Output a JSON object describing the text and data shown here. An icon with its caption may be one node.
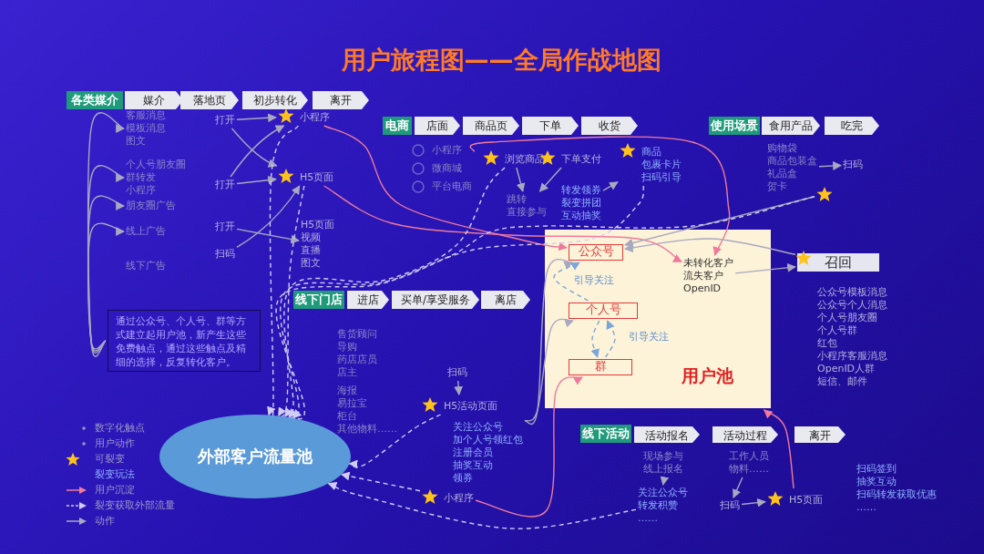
{
  "diagram": {
    "title": "用户旅程图——全局作战地图",
    "nodes": [
      {
        "text": [
          "各类媒介"
        ]
      },
      {
        "text": [
          "媒介"
        ]
      },
      {
        "text": [
          "落地页"
        ]
      },
      {
        "text": [
          "初步转化"
        ]
      },
      {
        "text": [
          "离开"
        ]
      },
      {
        "text": [
          "客服消息",
          "模板消息",
          "图文"
        ]
      },
      {
        "text": [
          "个人号朋友圈",
          "群转发",
          "小程序"
        ]
      },
      {
        "text": [
          "朋友圈广告"
        ]
      },
      {
        "text": [
          "线上广告"
        ]
      },
      {
        "text": [
          "线下广告"
        ]
      },
      {
        "text": [
          "通过公众号、个人号、群等方式建立起用户池，新产生这些免费触点，通过这些触点及精细的选择，反复转化客户。"
        ]
      },
      {
        "text": [
          "打开"
        ]
      },
      {
        "text": [
          "打开"
        ]
      },
      {
        "text": [
          "打开"
        ]
      },
      {
        "text": [
          "扫码"
        ]
      },
      {
        "text": [
          "小程序"
        ]
      },
      {
        "text": [
          "H5页面"
        ]
      },
      {
        "text": [
          "H5页面",
          "视频",
          "直播",
          "图文"
        ]
      },
      {
        "text": [
          "电商"
        ]
      },
      {
        "text": [
          "店面"
        ]
      },
      {
        "text": [
          "商品页"
        ]
      },
      {
        "text": [
          "下单"
        ]
      },
      {
        "text": [
          "收货"
        ]
      },
      {
        "text": [
          "小程序",
          "微商城",
          "平台电商"
        ]
      },
      {
        "text": [
          "浏览商品"
        ]
      },
      {
        "text": [
          "跳转",
          "直接参与"
        ]
      },
      {
        "text": [
          "下单支付"
        ]
      },
      {
        "text": [
          "转发领券",
          "裂变拼团",
          "互动抽奖"
        ]
      },
      {
        "text": [
          "商品",
          "包裹卡片",
          "扫码引导"
        ]
      },
      {
        "text": [
          "使用场景"
        ]
      },
      {
        "text": [
          "食用产品"
        ]
      },
      {
        "text": [
          "吃完"
        ]
      },
      {
        "text": [
          "购物袋",
          "商品包装盒",
          "礼品盒",
          "贺卡"
        ]
      },
      {
        "text": [
          "扫码"
        ]
      },
      {
        "text": [],
        "shape": "star"
      },
      {
        "text": [
          "线下门店"
        ]
      },
      {
        "text": [
          "进店"
        ]
      },
      {
        "text": [
          "买单/享受服务"
        ]
      },
      {
        "text": [
          "离店"
        ]
      },
      {
        "text": [
          "售货顾问",
          "导购",
          "药店店员",
          "店主"
        ]
      },
      {
        "text": [
          "海报",
          "易拉宝",
          "柜台",
          "其他物料……"
        ]
      },
      {
        "text": [
          "扫码"
        ]
      },
      {
        "text": [
          "H5活动页面"
        ]
      },
      {
        "text": [
          "关注公众号",
          "加个人号领红包",
          "注册会员",
          "抽奖互动",
          "领券"
        ]
      },
      {
        "text": [
          "小程序"
        ]
      },
      {
        "text": [
          "用户池"
        ]
      },
      {
        "text": [
          "公众号"
        ],
        "in": 45
      },
      {
        "text": [
          "个人号"
        ],
        "in": 45
      },
      {
        "text": [
          "群"
        ],
        "in": 45
      },
      {
        "text": [
          "未转化客户",
          "流失客户",
          "OpenID"
        ],
        "in": 45
      },
      {
        "text": [
          "召回"
        ]
      },
      {
        "text": [
          "公众号模板消息",
          "公众号个人消息",
          "个人号朋友圈",
          "个人号群",
          "红包",
          "小程序客服消息",
          "OpenID人群",
          "短信、邮件"
        ]
      },
      {
        "text": [
          "线下活动"
        ]
      },
      {
        "text": [
          "活动报名"
        ]
      },
      {
        "text": [
          "活动过程"
        ]
      },
      {
        "text": [
          "离开"
        ]
      },
      {
        "text": [
          "现场参与",
          "线上报名"
        ]
      },
      {
        "text": [
          "工作人员",
          "物料……"
        ]
      },
      {
        "text": [
          "关注公众号",
          "转发积赞",
          "……"
        ]
      },
      {
        "text": [
          "扫码"
        ]
      },
      {
        "text": [
          "H5页面"
        ]
      },
      {
        "text": [
          "扫码签到",
          "抽奖互动",
          "扫码转发获取优惠",
          "……"
        ]
      },
      {
        "text": [
          "外部客户流量池"
        ]
      }
    ],
    "edges": [
      {
        "from": 10,
        "to": 5,
        "arrow": "to"
      },
      {
        "from": 10,
        "to": 6,
        "arrow": "to"
      },
      {
        "from": 10,
        "to": 7,
        "arrow": "to"
      },
      {
        "from": 10,
        "to": 8,
        "arrow": "to"
      },
      {
        "from": 11,
        "to": 15,
        "arrow": "to"
      },
      {
        "from": 11,
        "to": 16,
        "arrow": "to"
      },
      {
        "from": 12,
        "to": 15,
        "arrow": "to"
      },
      {
        "from": 12,
        "to": 16,
        "arrow": "to"
      },
      {
        "from": 13,
        "to": 17,
        "arrow": "to"
      },
      {
        "from": 14,
        "to": 16,
        "arrow": "to"
      },
      {
        "from": 15,
        "to": 62,
        "arrow": "to",
        "style": "dashed",
        "color": "#d0ccf4"
      },
      {
        "from": 16,
        "to": 62,
        "arrow": "to",
        "style": "dashed",
        "color": "#d0ccf4"
      },
      {
        "from": 16,
        "to": 49,
        "arrow": "to",
        "color": "#f07a9a"
      },
      {
        "from": 15,
        "to": 46,
        "arrow": "to",
        "color": "#f07a9a"
      },
      {
        "from": 23,
        "to": 49,
        "arrow": "to",
        "color": "#f07a9a"
      },
      {
        "from": 24,
        "to": 25,
        "arrow": "to"
      },
      {
        "from": 26,
        "to": 25,
        "arrow": "to"
      },
      {
        "from": 27,
        "to": 28,
        "arrow": "to"
      },
      {
        "from": 32,
        "to": 33,
        "arrow": "to"
      },
      {
        "from": 34,
        "to": 46,
        "arrow": "to"
      },
      {
        "from": 49,
        "to": 50,
        "arrow": "to"
      },
      {
        "from": 50,
        "to": 46,
        "arrow": "to"
      },
      {
        "from": 41,
        "to": 42,
        "arrow": "to"
      },
      {
        "from": 42,
        "to": 62,
        "arrow": "to",
        "style": "dashed",
        "color": "#d0ccf4"
      },
      {
        "from": 44,
        "to": 62,
        "arrow": "to",
        "style": "dashed",
        "color": "#d0ccf4"
      },
      {
        "from": 43,
        "to": 46,
        "arrow": "to"
      },
      {
        "from": 43,
        "to": 47,
        "arrow": "to"
      },
      {
        "from": 44,
        "to": 48,
        "arrow": "to",
        "color": "#f07a9a"
      },
      {
        "from": 47,
        "to": 46,
        "arrow": "to",
        "style": "dashed",
        "color": "#7aa6d8",
        "label": "引导关注"
      },
      {
        "from": 47,
        "to": 48,
        "arrow": "to",
        "style": "dashed",
        "color": "#7aa6d8"
      },
      {
        "from": 48,
        "to": 47,
        "arrow": "to",
        "style": "dashed",
        "color": "#7aa6d8",
        "label": "引导关注"
      },
      {
        "from": 56,
        "to": 58,
        "arrow": "to"
      },
      {
        "from": 57,
        "to": 59,
        "arrow": "to"
      },
      {
        "from": 59,
        "to": 60,
        "arrow": "to"
      },
      {
        "from": 60,
        "to": 45,
        "arrow": "to",
        "color": "#f07a9a"
      },
      {
        "from": 58,
        "to": 62,
        "arrow": "to",
        "style": "dashed",
        "color": "#d0ccf4"
      },
      {
        "from": 24,
        "to": 62,
        "arrow": "to",
        "style": "dashed",
        "color": "#d0ccf4"
      },
      {
        "from": 28,
        "to": 62,
        "arrow": "to",
        "style": "dashed",
        "color": "#d0ccf4"
      },
      {
        "from": 34,
        "to": 62,
        "arrow": "to",
        "style": "dashed",
        "color": "#d0ccf4"
      }
    ],
    "legend": [
      {
        "text": "数字化触点"
      },
      {
        "text": "用户动作"
      },
      {
        "text": "可裂变"
      },
      {
        "text": "裂变玩法"
      },
      {
        "text": "用户沉淀"
      },
      {
        "text": "裂变获取外部流量"
      },
      {
        "text": "动作"
      }
    ]
  }
}
